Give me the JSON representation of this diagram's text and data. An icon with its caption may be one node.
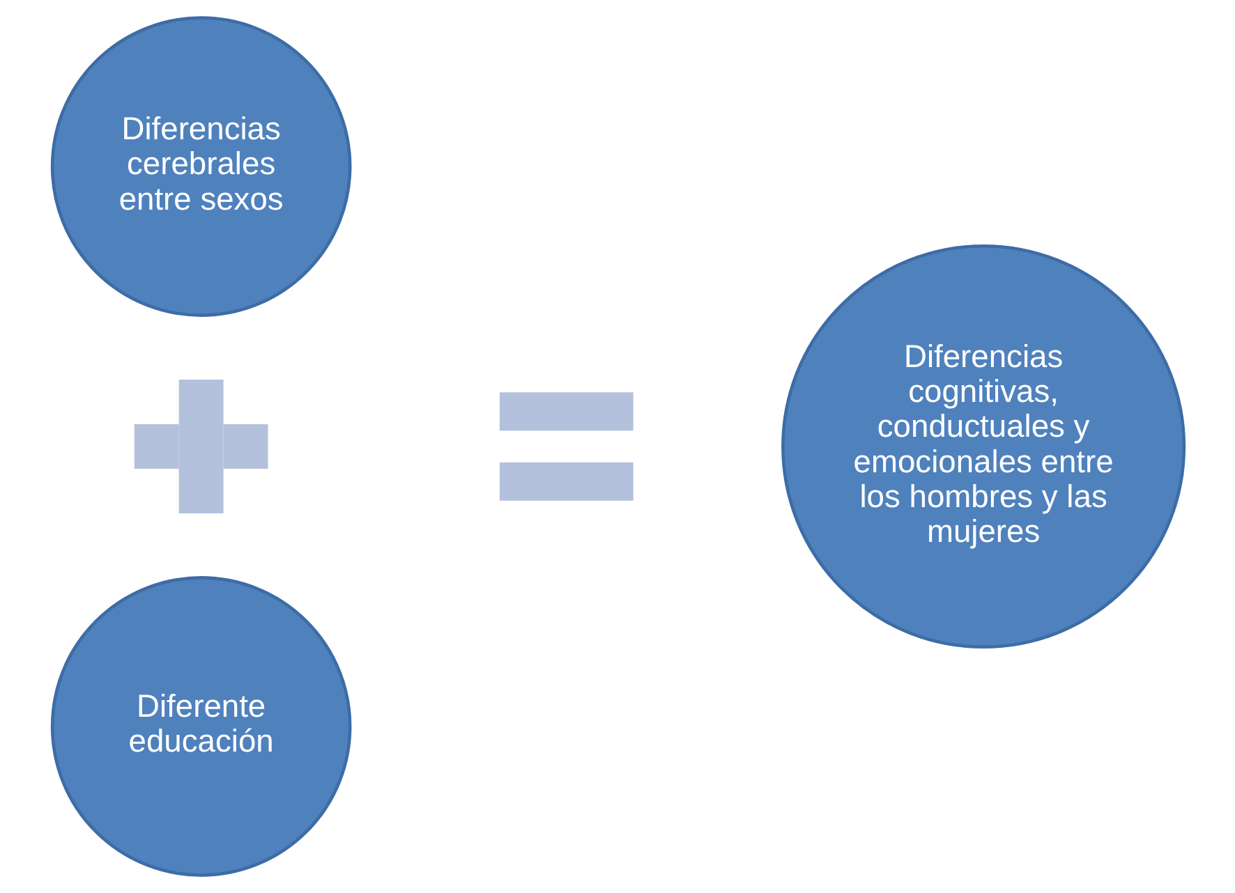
{
  "diagram": {
    "nodes": [
      {
        "text": [
          "Diferencias cerebrales entre sexos"
        ]
      },
      {
        "text": [],
        "shape": "plus"
      },
      {
        "text": [
          "Diferente educación"
        ]
      },
      {
        "text": [],
        "shape": "equals"
      },
      {
        "text": [
          "Diferencias cognitivas, conductuales y emocionales entre los hombres y las mujeres"
        ]
      }
    ]
  }
}
